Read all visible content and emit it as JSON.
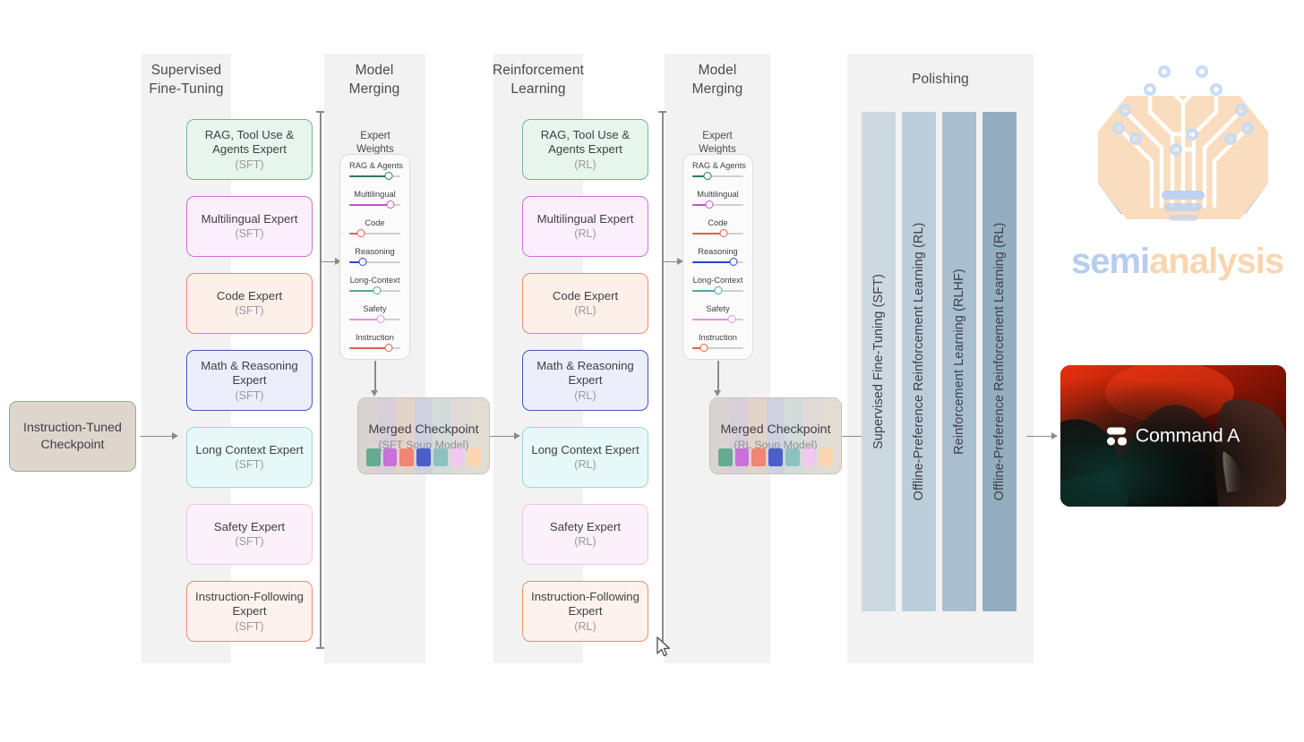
{
  "start_node": {
    "line1": "Instruction-Tuned",
    "line2": "Checkpoint"
  },
  "stages": [
    {
      "name": "sft",
      "title_l1": "Supervised",
      "title_l2": "Fine-Tuning"
    },
    {
      "name": "merge1",
      "title_l1": "Model",
      "title_l2": "Merging"
    },
    {
      "name": "rl",
      "title_l1": "Reinforcement",
      "title_l2": "Learning"
    },
    {
      "name": "merge2",
      "title_l1": "Model",
      "title_l2": "Merging"
    },
    {
      "name": "polish",
      "title_l1": "Polishing",
      "title_l2": ""
    }
  ],
  "sft_experts": [
    {
      "label": "RAG, Tool Use &\nAgents  Expert",
      "sub": "(SFT)",
      "border": "#76b58f",
      "fill": "#e7f6ec"
    },
    {
      "label": "Multilingual Expert",
      "sub": "(SFT)",
      "border": "#d06fd6",
      "fill": "#fbeffb"
    },
    {
      "label": "Code Expert",
      "sub": "(SFT)",
      "border": "#f08b70",
      "fill": "#fdf0e9"
    },
    {
      "label": "Math & Reasoning\nExpert",
      "sub": "(SFT)",
      "border": "#4a55c7",
      "fill": "#eceefb"
    },
    {
      "label": "Long Context Expert",
      "sub": "(SFT)",
      "border": "#9fd6cf",
      "fill": "#e6f9f8"
    },
    {
      "label": "Safety Expert",
      "sub": "(SFT)",
      "border": "#f3c3ea",
      "fill": "#fbf1fa"
    },
    {
      "label": "Instruction-Following\nExpert",
      "sub": "(SFT)",
      "border": "#ee8b72",
      "fill": "#fdf3ec"
    }
  ],
  "rl_experts": [
    {
      "label": "RAG, Tool Use &\nAgents  Expert",
      "sub": "(RL)",
      "border": "#76b58f",
      "fill": "#e7f6ec"
    },
    {
      "label": "Multilingual Expert",
      "sub": "(RL)",
      "border": "#d06fd6",
      "fill": "#fbeffb"
    },
    {
      "label": "Code Expert",
      "sub": "(RL)",
      "border": "#f08b70",
      "fill": "#fdf0e9"
    },
    {
      "label": "Math & Reasoning\nExpert",
      "sub": "(RL)",
      "border": "#4a55c7",
      "fill": "#eceefb"
    },
    {
      "label": "Long Context Expert",
      "sub": "(RL)",
      "border": "#9fd6cf",
      "fill": "#e6f9f8"
    },
    {
      "label": "Safety Expert",
      "sub": "(RL)",
      "border": "#f3c3ea",
      "fill": "#fbf1fa"
    },
    {
      "label": "Instruction-Following\nExpert",
      "sub": "(RL)",
      "border": "#ee8b72",
      "fill": "#fdf3ec"
    }
  ],
  "expert_weights_title": {
    "l1": "Expert",
    "l2": "Weights"
  },
  "merge_panel_1": {
    "sliders": [
      {
        "label": "RAG & Agents",
        "value": 78,
        "color": "#2e7d55"
      },
      {
        "label": "Multilingual",
        "value": 80,
        "color": "#c250d4"
      },
      {
        "label": "Code",
        "value": 22,
        "color": "#e85d43"
      },
      {
        "label": "Reasoning",
        "value": 26,
        "color": "#2a44c8"
      },
      {
        "label": "Long-Context",
        "value": 55,
        "color": "#54a79c"
      },
      {
        "label": "Safety",
        "value": 62,
        "color": "#e98fdd"
      },
      {
        "label": "Instruction",
        "value": 78,
        "color": "#e85d43"
      }
    ]
  },
  "merge_panel_2": {
    "sliders": [
      {
        "label": "RAG & Agents",
        "value": 30,
        "color": "#2e7d55"
      },
      {
        "label": "Multilingual",
        "value": 34,
        "color": "#c250d4"
      },
      {
        "label": "Code",
        "value": 62,
        "color": "#e85d43"
      },
      {
        "label": "Reasoning",
        "value": 80,
        "color": "#2a44c8"
      },
      {
        "label": "Long-Context",
        "value": 50,
        "color": "#54a79c"
      },
      {
        "label": "Safety",
        "value": 78,
        "color": "#e98fdd"
      },
      {
        "label": "Instruction",
        "value": 22,
        "color": "#e85d43"
      }
    ]
  },
  "merged_1": {
    "title": "Merged Checkpoint",
    "subtitle": "(SFT Soup Model)"
  },
  "merged_2": {
    "title": "Merged Checkpoint",
    "subtitle": "(RL Soup Model)"
  },
  "merged_swatches": [
    "#64ab92",
    "#cb6fda",
    "#ef8572",
    "#4a5fc9",
    "#8cc2bd",
    "#f0c8f2",
    "#fad5b0"
  ],
  "merged_stripes": [
    "#d9d4cf",
    "#d9cfd8",
    "#e3d3c9",
    "#cfd0e0",
    "#d3dcd9",
    "#e0dbd9",
    "#e2dcd3"
  ],
  "polishing_bars": [
    {
      "label": "Supervised Fine-Tuning (SFT)",
      "color": "#cdd9e0"
    },
    {
      "label": "Offline-Preference Reinforcement Learning (RL)",
      "color": "#bdcedb"
    },
    {
      "label": "Reinforcement Learning (RLHF)",
      "color": "#a9bfcf"
    },
    {
      "label": "Offline-Preference Reinforcement Learning (RL)",
      "color": "#93aebf"
    }
  ],
  "logo": {
    "word_a": "semi",
    "word_b": "analysis"
  },
  "product_card": {
    "label": "Command A"
  },
  "colors": {
    "stage_bg": "#f2f2f2",
    "connector": "#8a8a8a",
    "start_fill": "#ded5cd",
    "merged_fill": "#e2ddd8"
  }
}
